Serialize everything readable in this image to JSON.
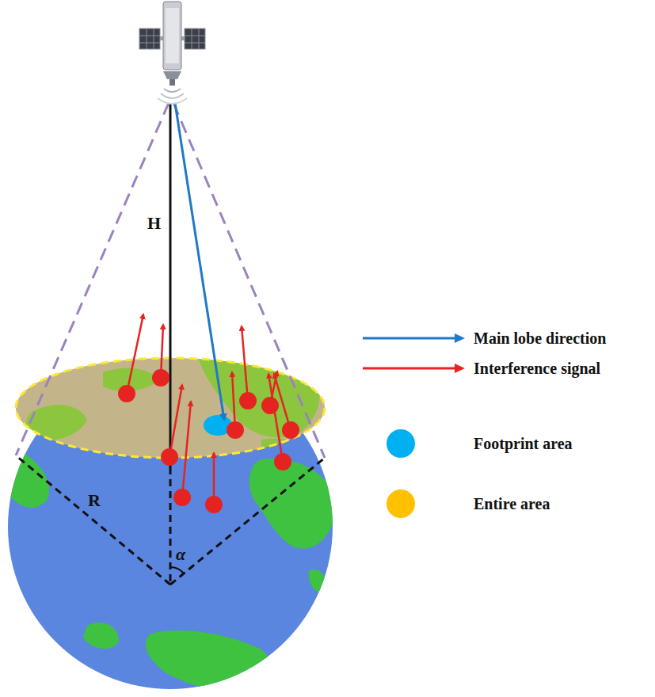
{
  "diagram": {
    "labels": [
      "H",
      "R",
      "α"
    ],
    "legend": [
      {
        "text": "Main lobe direction"
      },
      {
        "text": "Interference signal"
      },
      {
        "text": "Footprint area",
        "color": "#00b0f0"
      },
      {
        "text": "Entire area",
        "color": "#ffc000"
      }
    ]
  }
}
